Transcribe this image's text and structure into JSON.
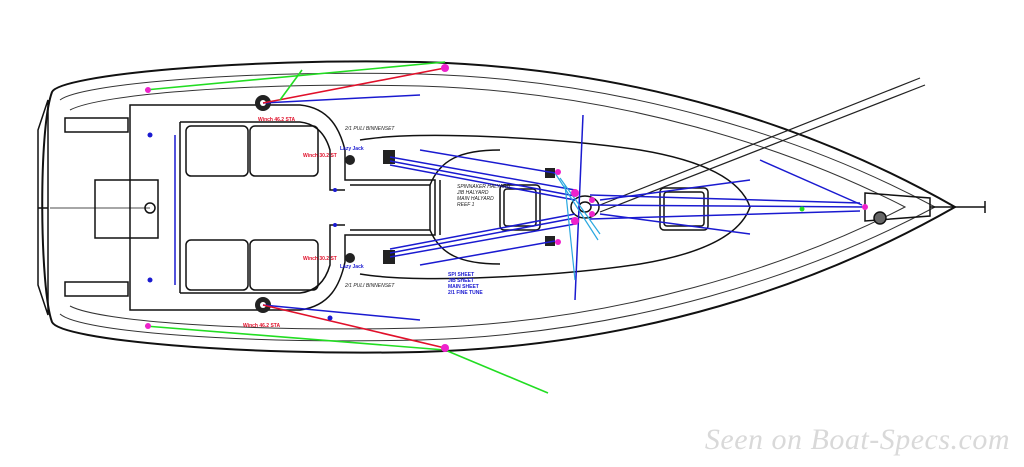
{
  "labels": {
    "winch_top": "Winch 46.2 STA",
    "winch_bottom": "Winch 46.2 STA",
    "winch_small_top": "Winch 30.2 ST",
    "winch_small_bottom": "Winch 30.2 ST",
    "fixing_top": "2/1 PULI BINNENSET",
    "fixing_bottom": "2/1 PULI BINNENSET",
    "note_top": "Lazy Jack",
    "note_bottom": "Lazy Jack",
    "center_text_1": "SPINNAKER HALYARD",
    "center_text_2": "JIB HALYARD",
    "center_text_3": "MAIN HALYARD",
    "center_text_4": "REEF 1",
    "blue_text_1": "SPI SHEET",
    "blue_text_2": "JIB SHEET",
    "blue_text_3": "MAIN SHEET",
    "blue_text_4": "2/1 FINE TUNE"
  },
  "watermark": "Seen on Boat-Specs.com",
  "colors": {
    "outline": "#111111",
    "rope_blue": "#1a1ad0",
    "sheet_red": "#e0102a",
    "jib_green": "#22dd22",
    "block_magenta": "#ee22cc",
    "rope_cyan": "#2aa8e0"
  }
}
